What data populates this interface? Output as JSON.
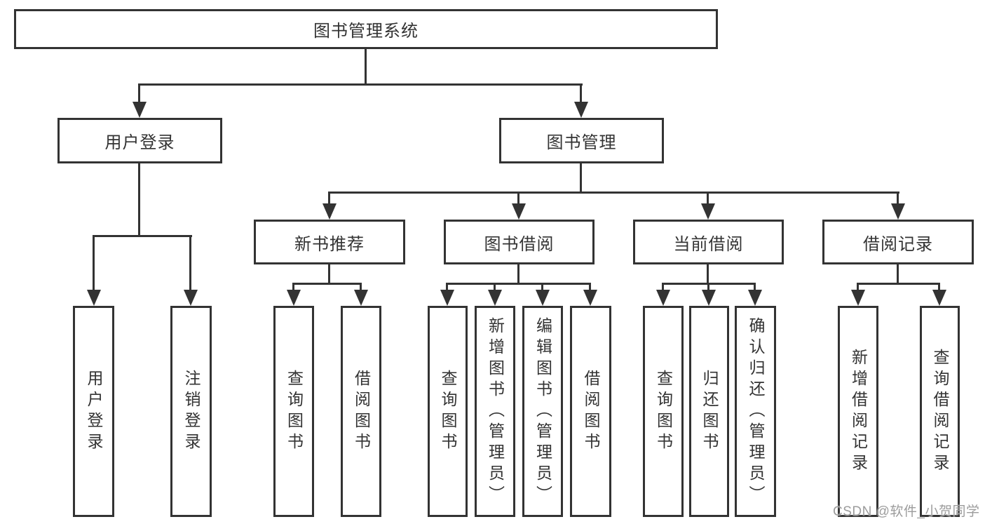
{
  "diagram": {
    "watermark": "CSDN @软件_小贺同学",
    "colors": {
      "line": "#333333",
      "text": "#333333",
      "watermark": "#9c9c9c",
      "background": "#ffffff"
    },
    "nodes": {
      "root": "图书管理系统",
      "branch_user_login": "用户登录",
      "branch_book_mgmt": "图书管理",
      "group_new_book": "新书推荐",
      "group_book_borrow": "图书借阅",
      "group_current_borrow": "当前借阅",
      "group_borrow_record": "借阅记录",
      "leaf_user_login": "用户登录",
      "leaf_logout": "注销登录",
      "leaf_nb_query_book": "查询图书",
      "leaf_nb_borrow_book": "借阅图书",
      "leaf_bb_query_book": "查询图书",
      "leaf_bb_add_book": "新增图书（管理员）",
      "leaf_bb_edit_book": "编辑图书（管理员）",
      "leaf_bb_borrow_book": "借阅图书",
      "leaf_cb_query_book": "查询图书",
      "leaf_cb_return_book": "归还图书",
      "leaf_cb_confirm_return": "确认归还（管理员）",
      "leaf_br_add_record": "新增借阅记录",
      "leaf_br_query_record": "查询借阅记录"
    }
  }
}
